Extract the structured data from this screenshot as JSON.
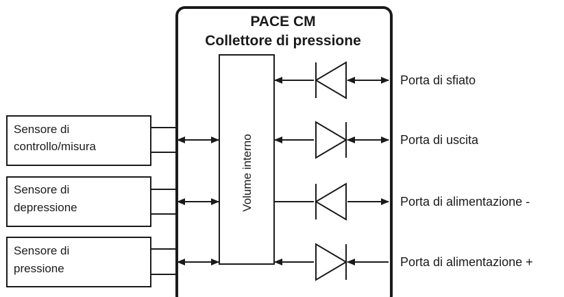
{
  "manifold": {
    "title_line1": "PACE CM",
    "title_line2": "Collettore di pressione",
    "internal_volume": "Volume interno"
  },
  "sensors": [
    {
      "line1": "Sensore di",
      "line2": "controllo/misura"
    },
    {
      "line1": "Sensore di",
      "line2": "depressione"
    },
    {
      "line1": "Sensore di",
      "line2": "pressione"
    }
  ],
  "ports": [
    {
      "label": "Porta di sfiato",
      "valve_direction": "left",
      "arrows": "both"
    },
    {
      "label": "Porta di uscita",
      "valve_direction": "right",
      "arrows": "both"
    },
    {
      "label": "Porta di alimentazione -",
      "valve_direction": "left",
      "arrows": "right"
    },
    {
      "label": "Porta di alimentazione +",
      "valve_direction": "right",
      "arrows": "left"
    }
  ]
}
